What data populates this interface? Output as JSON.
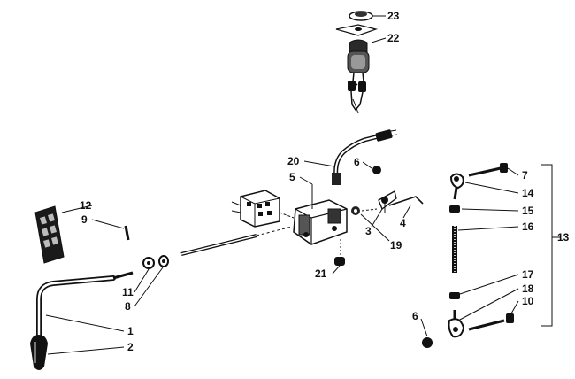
{
  "diagram": {
    "callouts": [
      {
        "key": "c1",
        "label": "1"
      },
      {
        "key": "c2",
        "label": "2"
      },
      {
        "key": "c3",
        "label": "3"
      },
      {
        "key": "c4",
        "label": "4"
      },
      {
        "key": "c5",
        "label": "5"
      },
      {
        "key": "c6a",
        "label": "6"
      },
      {
        "key": "c6b",
        "label": "6"
      },
      {
        "key": "c7",
        "label": "7"
      },
      {
        "key": "c8",
        "label": "8"
      },
      {
        "key": "c9",
        "label": "9"
      },
      {
        "key": "c10",
        "label": "10"
      },
      {
        "key": "c11",
        "label": "11"
      },
      {
        "key": "c12",
        "label": "12"
      },
      {
        "key": "c13",
        "label": "13"
      },
      {
        "key": "c14",
        "label": "14"
      },
      {
        "key": "c15",
        "label": "15"
      },
      {
        "key": "c16",
        "label": "16"
      },
      {
        "key": "c17",
        "label": "17"
      },
      {
        "key": "c18",
        "label": "18"
      },
      {
        "key": "c19",
        "label": "19"
      },
      {
        "key": "c20",
        "label": "20"
      },
      {
        "key": "c21",
        "label": "21"
      },
      {
        "key": "c22",
        "label": "22"
      },
      {
        "key": "c23",
        "label": "23"
      }
    ]
  }
}
